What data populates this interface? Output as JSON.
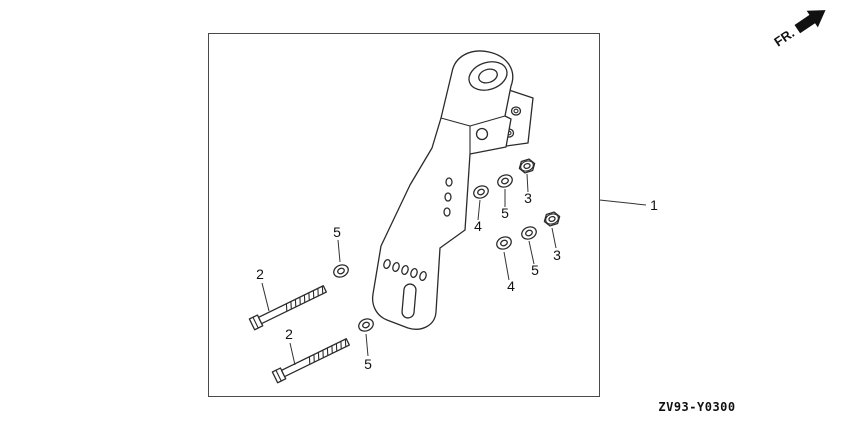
{
  "diagram": {
    "direction_label": "FR.",
    "drawing_code": "ZV93-Y0300",
    "colors": {
      "ink": "#2b2b2b",
      "background": "#ffffff"
    }
  },
  "callouts": [
    {
      "label": "1"
    },
    {
      "label": "2"
    },
    {
      "label": "2"
    },
    {
      "label": "3"
    },
    {
      "label": "3"
    },
    {
      "label": "4"
    },
    {
      "label": "4"
    },
    {
      "label": "5"
    },
    {
      "label": "5"
    },
    {
      "label": "5"
    },
    {
      "label": "5"
    }
  ]
}
